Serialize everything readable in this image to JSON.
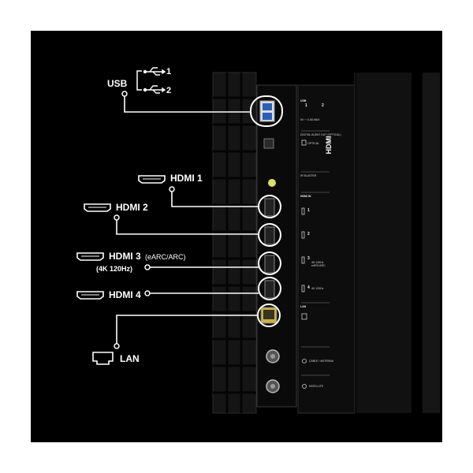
{
  "callouts": {
    "usb": "USB",
    "usb_port_1": "1",
    "usb_port_2": "2",
    "hdmi1": "HDMI 1",
    "hdmi2": "HDMI 2",
    "hdmi3": "HDMI 3",
    "hdmi3_note": "(eARC/ARC)",
    "hdmi3_sub": "(4K 120Hz)",
    "hdmi4": "HDMI 4",
    "lan": "LAN"
  },
  "panel_labels": {
    "usb_section": "USB",
    "usb_num_1": "1",
    "usb_num_2": "2",
    "usb_spec": "5V ⎓ 0.5A MAX",
    "digital_audio": "DIGITAL AUDIO OUT (OPTICAL)",
    "optical": "OPTICAL",
    "ir": "IR BLASTER",
    "hdmi_in": "HDMI IN",
    "hdmi_port_1": "1",
    "hdmi_port_2": "2",
    "hdmi_port_3": "3",
    "hdmi_port_3_note": "4K 120Hz eARC/ARC",
    "hdmi_port_4": "4",
    "hdmi_port_4_note": "4K 120Hz",
    "lan": "LAN",
    "cable": "CABLE / ANTENNA",
    "sat": "SATELLITE",
    "logo": "HDMI"
  },
  "colors": {
    "background": "#000000",
    "panel": "#0b0b0b",
    "callout_line": "#ffffff",
    "ir_led": "#d6e06a"
  }
}
